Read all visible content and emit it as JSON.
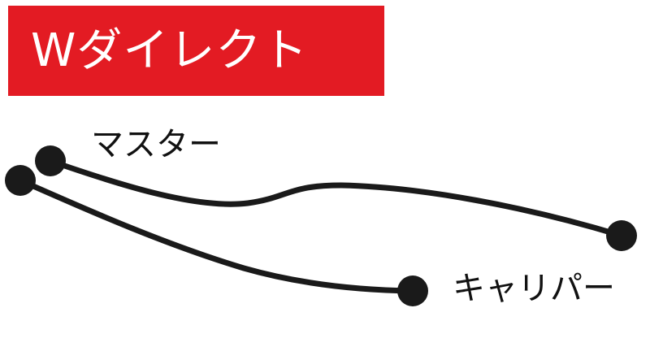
{
  "title": {
    "text": "Wダイレクト",
    "background_color": "#e31b23",
    "text_color": "#ffffff"
  },
  "labels": {
    "master": "マスター",
    "caliper": "キャリパー"
  },
  "diagram": {
    "line_color": "#1a1a1a"
  }
}
